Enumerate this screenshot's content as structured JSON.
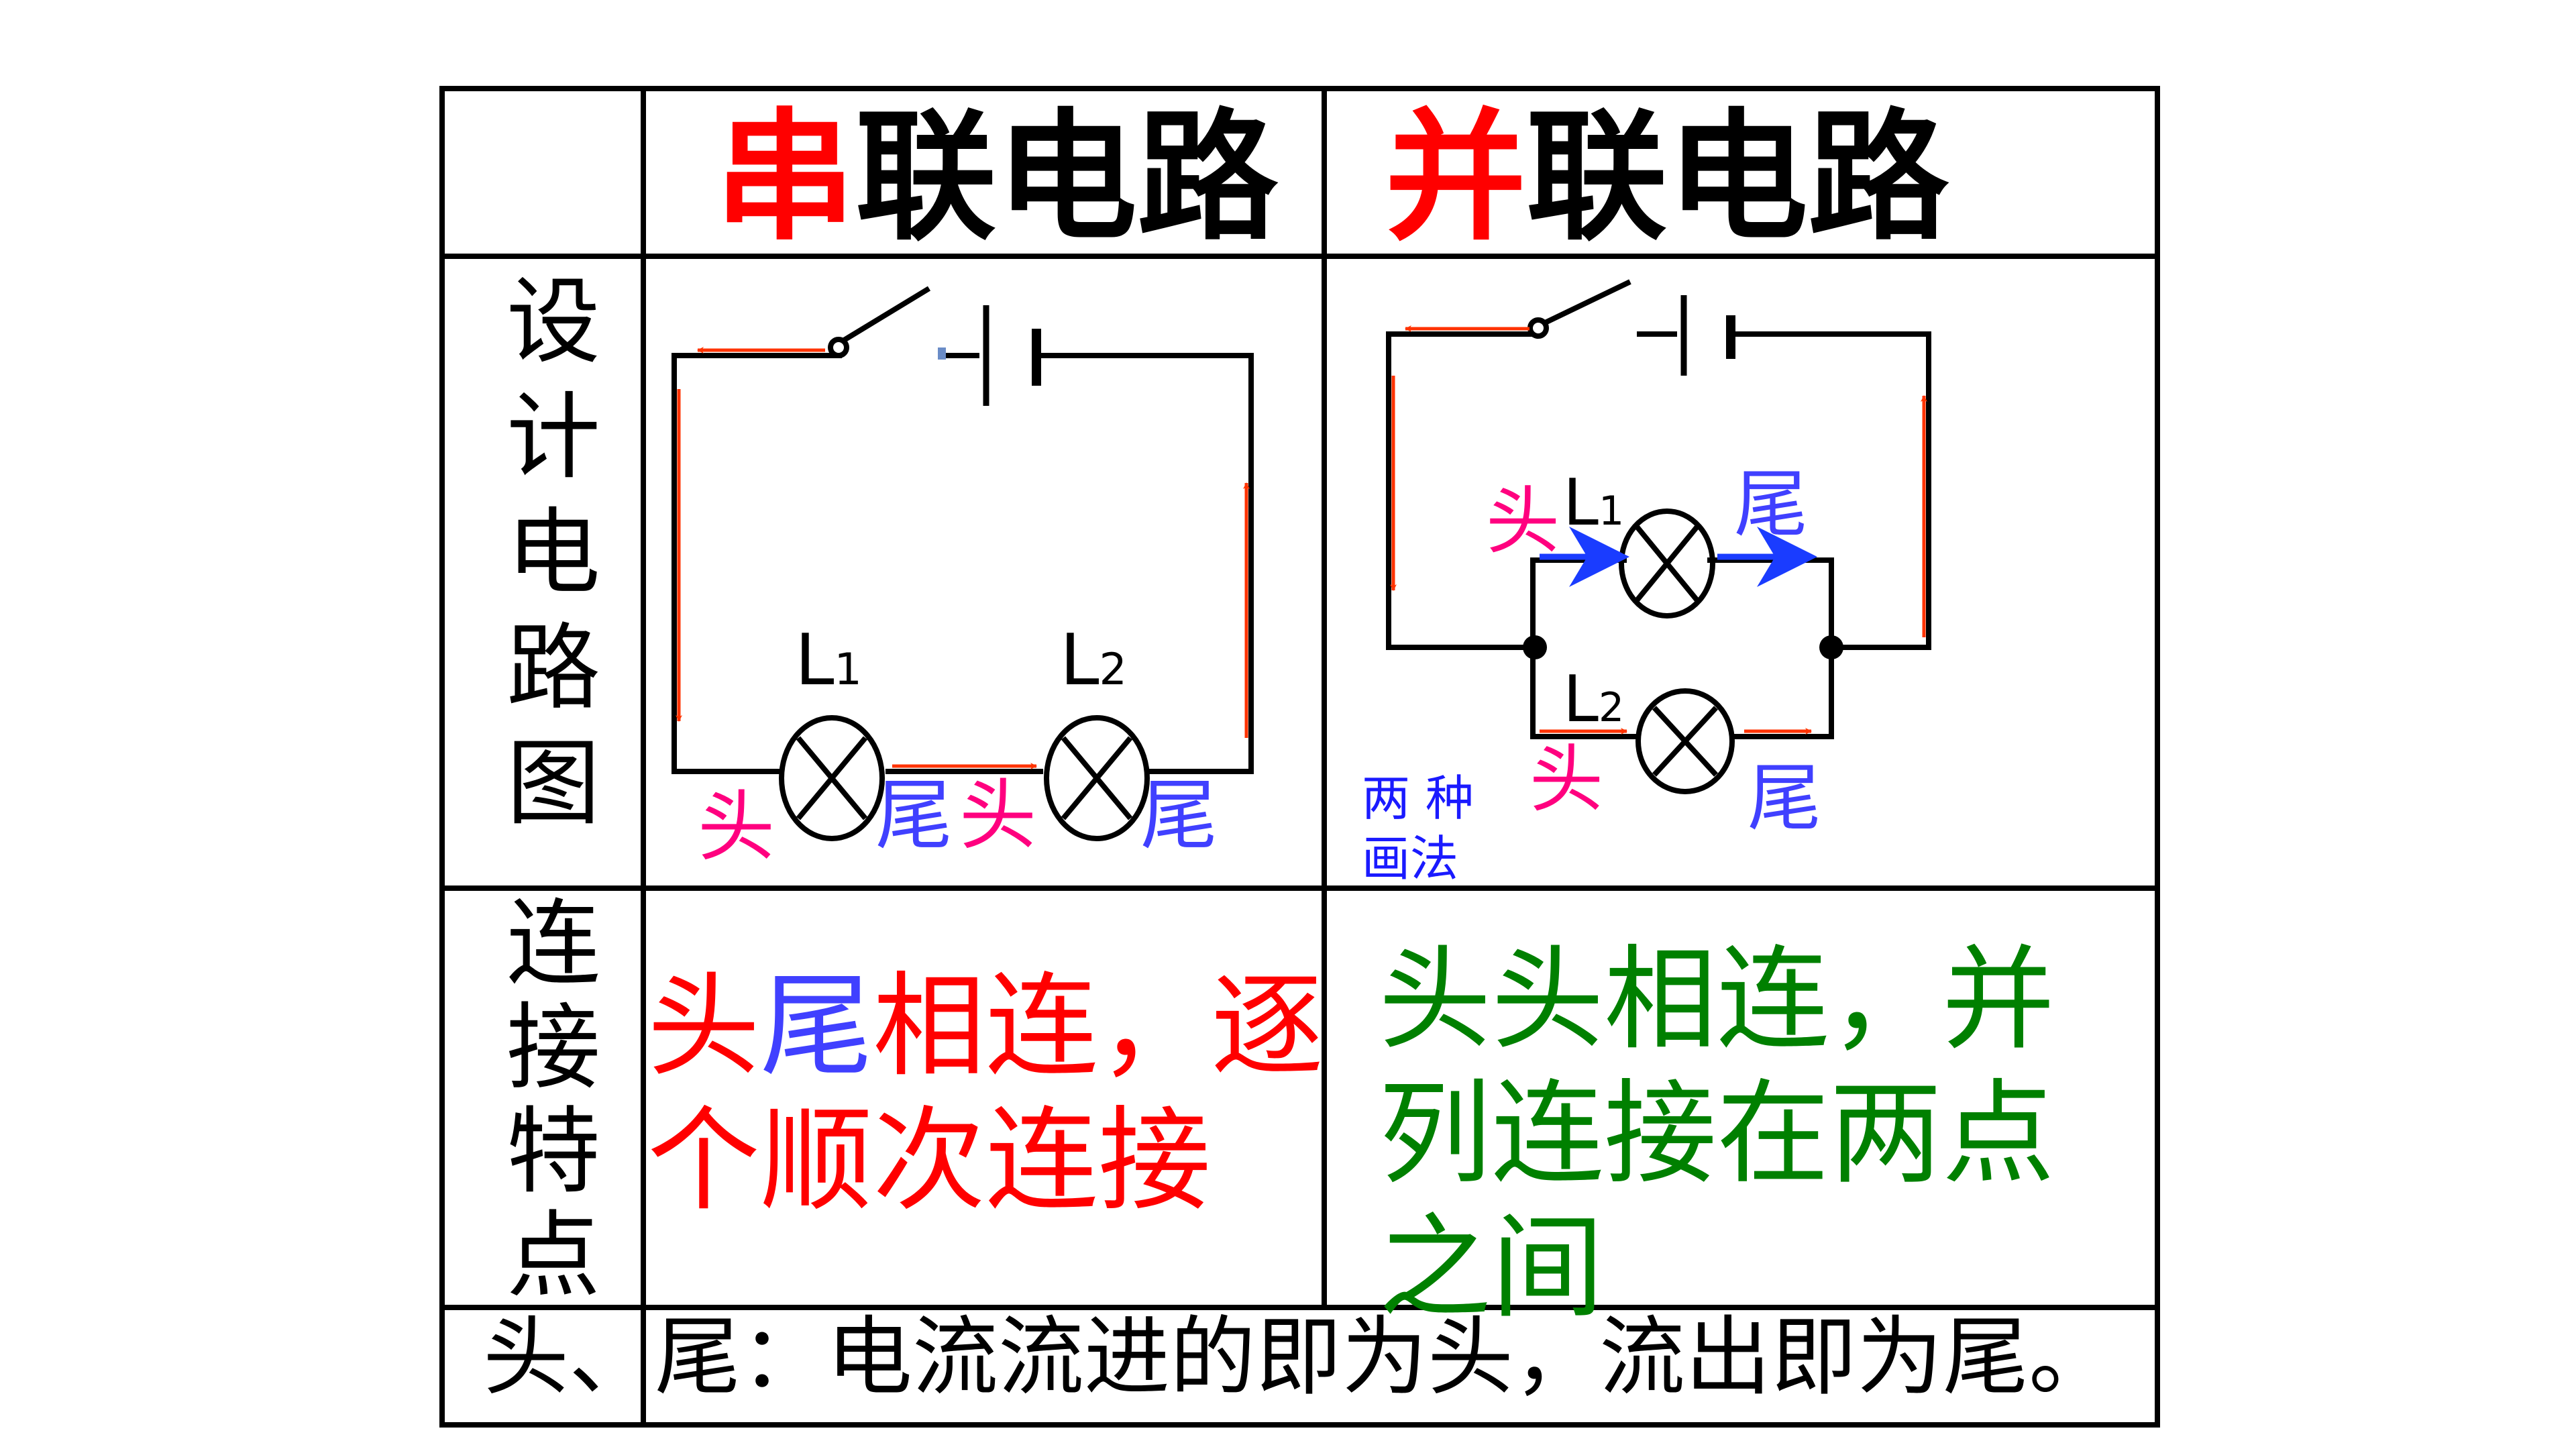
{
  "header": {
    "series": {
      "accent": "串",
      "rest": "联电路"
    },
    "parallel": {
      "accent": "并",
      "rest": "联电路"
    }
  },
  "rows": {
    "design_label": "设计电路图",
    "feature_label": "连接特点"
  },
  "series_diagram": {
    "lamp1": "L",
    "lamp1_sub": "1",
    "lamp2": "L",
    "lamp2_sub": "2",
    "head": "头",
    "tail": "尾"
  },
  "parallel_diagram": {
    "lamp1": "L",
    "lamp1_sub": "1",
    "lamp2": "L",
    "lamp2_sub": "2",
    "head": "头",
    "tail": "尾",
    "note_line1": "两 种",
    "note_line2": "画法"
  },
  "features": {
    "series_head": "头",
    "series_tail": "尾",
    "series_rest_line1": "相连，逐",
    "series_line2": "个顺次连接",
    "parallel_line1": "头头相连，并",
    "parallel_line2": "列连接在两点",
    "parallel_line3": "之间"
  },
  "footer": "头、尾：电流流进的即为头，流出即为尾。",
  "colors": {
    "accent_red": "#ff0000",
    "head_pink": "#ff007f",
    "tail_blue": "#4040ff",
    "green": "#008000",
    "current_arrow": "#ff3300",
    "note_blue": "#1a1aff"
  }
}
